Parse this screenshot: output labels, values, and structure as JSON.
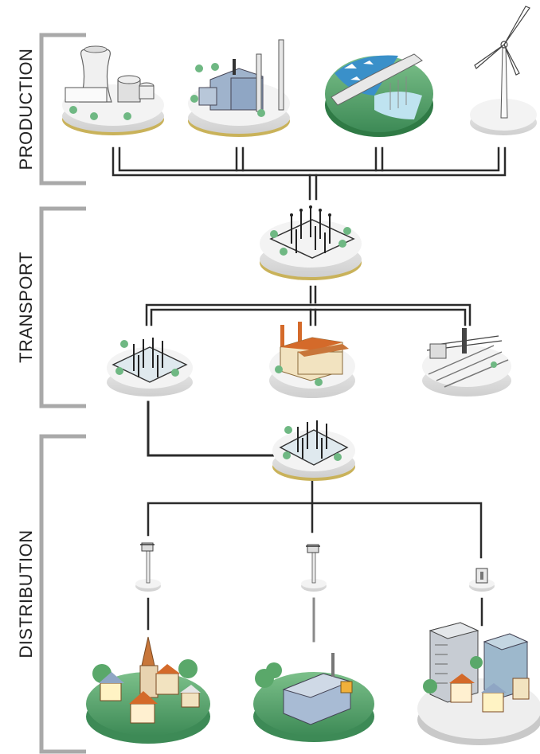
{
  "sections": [
    {
      "id": "production",
      "label": "PRODUCTION"
    },
    {
      "id": "transport",
      "label": "TRANSPORT"
    },
    {
      "id": "distribution",
      "label": "DISTRIBUTION"
    }
  ],
  "nodes": {
    "production": [
      "nuclear-plant",
      "thermal-plant",
      "hydro-dam",
      "wind-turbine"
    ],
    "transport": [
      "main-substation",
      "substation",
      "industrial-plant",
      "railway-substation"
    ],
    "distribution": [
      "distribution-substation",
      "pole-transformer",
      "pole-transformer",
      "cabinet-transformer",
      "village",
      "industrial-area",
      "city"
    ]
  },
  "colors": {
    "bracket": "#a9a9a9",
    "wire": "#2b2b2b",
    "platform_top": "#f3f3f3",
    "platform_rim": "#c9b25a",
    "grass": "#5ea86a",
    "water": "#3a90c9",
    "tree": "#6fb883",
    "roof_orange": "#d46a2a",
    "building_blue": "#8fa6c4"
  }
}
